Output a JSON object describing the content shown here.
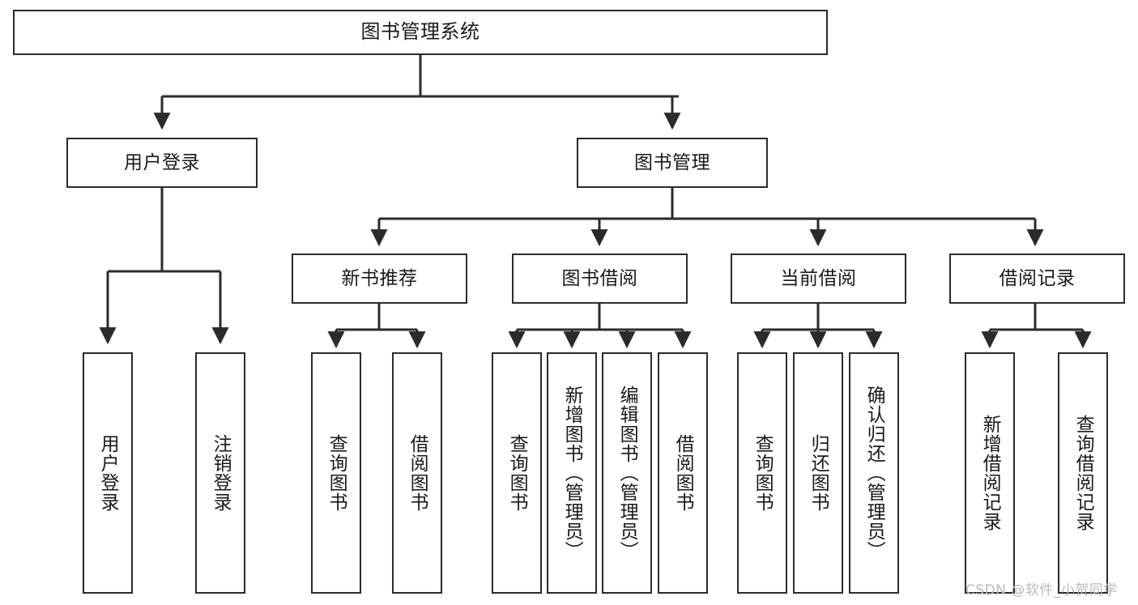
{
  "diagram": {
    "title": "图书管理系统",
    "type": "hierarchy-tree",
    "watermark": "CSDN @软件_小贺同学",
    "colors": {
      "stroke": "#2b2b2b",
      "fill": "#ffffff",
      "text": "#1a1a1a",
      "watermark": "#b9b9b9"
    },
    "nodes": {
      "root": {
        "label": "图书管理系统"
      },
      "level2": [
        {
          "id": "user-login",
          "label": "用户登录"
        },
        {
          "id": "book-manage",
          "label": "图书管理"
        }
      ],
      "level3": [
        {
          "id": "new-book-recommend",
          "label": "新书推荐"
        },
        {
          "id": "book-borrow",
          "label": "图书借阅"
        },
        {
          "id": "current-borrow",
          "label": "当前借阅"
        },
        {
          "id": "borrow-record",
          "label": "借阅记录"
        }
      ],
      "leaves": {
        "user_login": [
          {
            "id": "leaf-user-login",
            "label": "用户登录"
          },
          {
            "id": "leaf-logout",
            "label": "注销登录"
          }
        ],
        "new_book_recommend": [
          {
            "id": "leaf-query-book-1",
            "label": "查询图书"
          },
          {
            "id": "leaf-borrow-book-1",
            "label": "借阅图书"
          }
        ],
        "book_borrow": [
          {
            "id": "leaf-query-book-2",
            "label": "查询图书"
          },
          {
            "id": "leaf-add-book",
            "label": "新增图书（管理员）"
          },
          {
            "id": "leaf-edit-book",
            "label": "编辑图书（管理员）"
          },
          {
            "id": "leaf-borrow-book-2",
            "label": "借阅图书"
          }
        ],
        "current_borrow": [
          {
            "id": "leaf-query-book-3",
            "label": "查询图书"
          },
          {
            "id": "leaf-return-book",
            "label": "归还图书"
          },
          {
            "id": "leaf-confirm-return",
            "label": "确认归还（管理员）"
          }
        ],
        "borrow_record": [
          {
            "id": "leaf-add-record",
            "label": "新增借阅记录"
          },
          {
            "id": "leaf-query-record",
            "label": "查询借阅记录"
          }
        ]
      }
    }
  }
}
